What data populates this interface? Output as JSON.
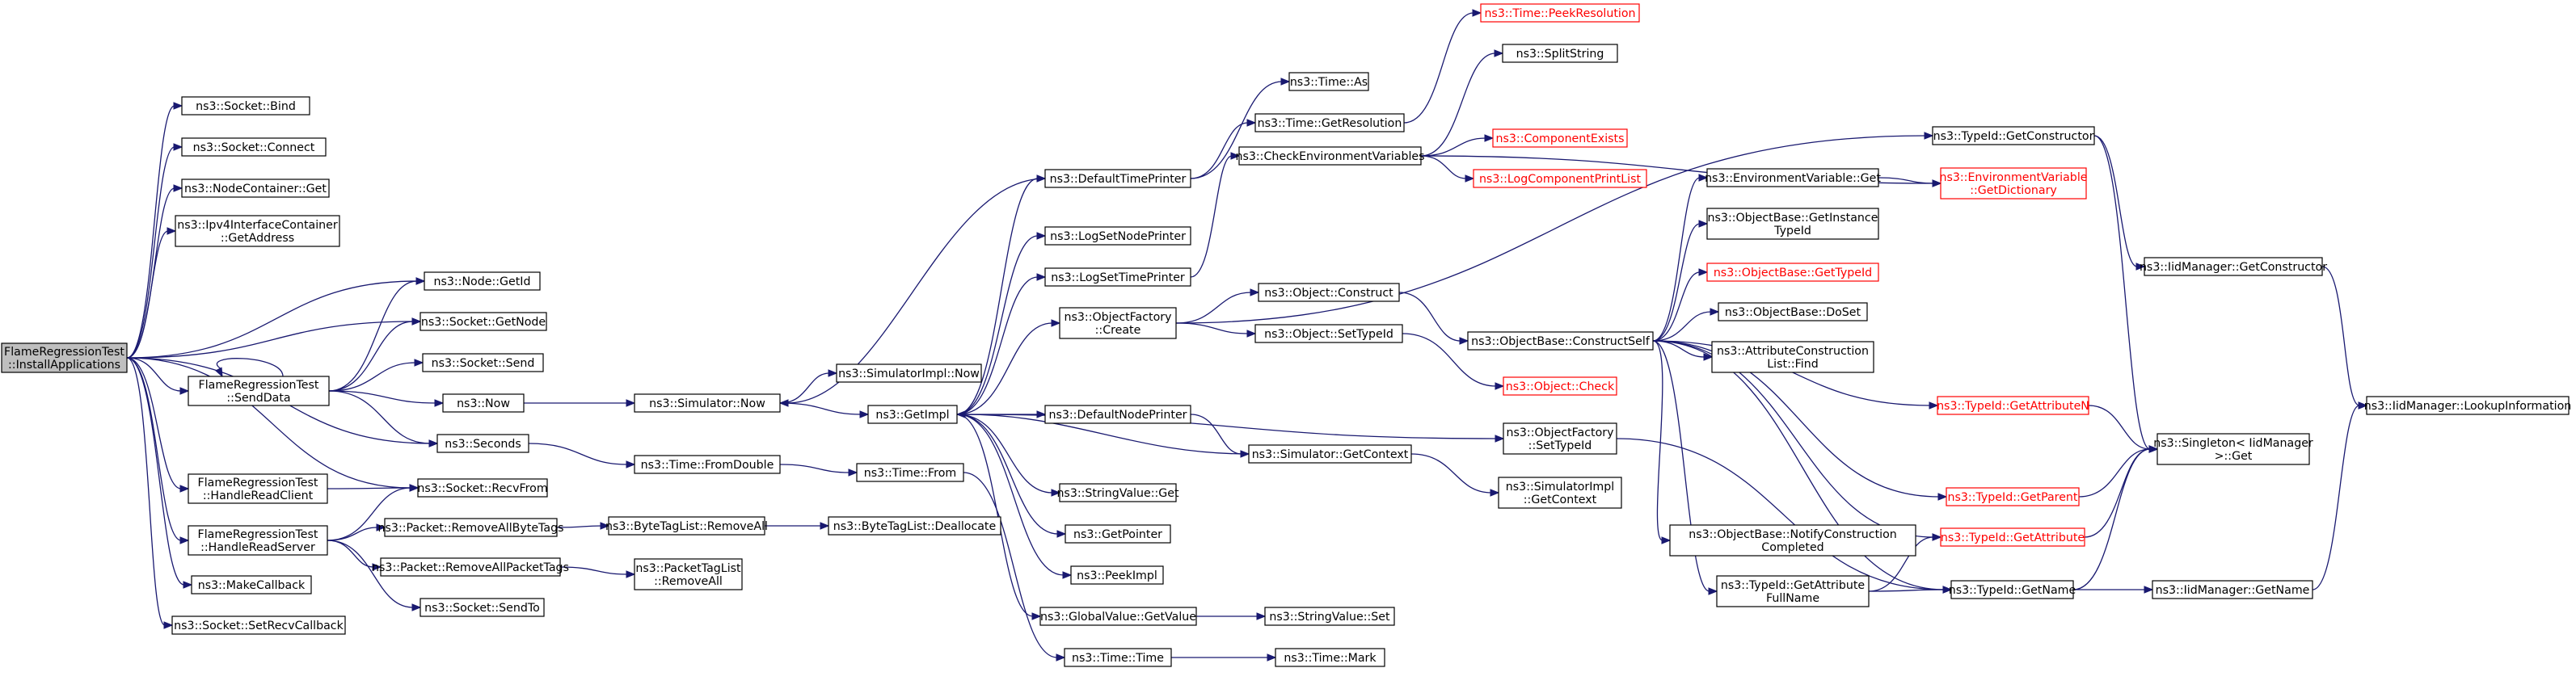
{
  "graph": {
    "nodes": [
      {
        "id": "root",
        "lines": [
          "FlameRegressionTest",
          "::InstallApplications"
        ],
        "root": true
      },
      {
        "id": "bind",
        "lines": [
          "ns3::Socket::Bind"
        ]
      },
      {
        "id": "connect",
        "lines": [
          "ns3::Socket::Connect"
        ]
      },
      {
        "id": "ncget",
        "lines": [
          "ns3::NodeContainer::Get"
        ]
      },
      {
        "id": "ipv4addr",
        "lines": [
          "ns3::Ipv4InterfaceContainer",
          "::GetAddress"
        ]
      },
      {
        "id": "senddata",
        "lines": [
          "FlameRegressionTest",
          "::SendData"
        ]
      },
      {
        "id": "hrclient",
        "lines": [
          "FlameRegressionTest",
          "::HandleReadClient"
        ]
      },
      {
        "id": "hrserver",
        "lines": [
          "FlameRegressionTest",
          "::HandleReadServer"
        ]
      },
      {
        "id": "makecb",
        "lines": [
          "ns3::MakeCallback"
        ]
      },
      {
        "id": "setrecvcb",
        "lines": [
          "ns3::Socket::SetRecvCallback"
        ]
      },
      {
        "id": "nodegetid",
        "lines": [
          "ns3::Node::GetId"
        ]
      },
      {
        "id": "sockgetnode",
        "lines": [
          "ns3::Socket::GetNode"
        ]
      },
      {
        "id": "socksend",
        "lines": [
          "ns3::Socket::Send"
        ]
      },
      {
        "id": "now",
        "lines": [
          "ns3::Now"
        ]
      },
      {
        "id": "seconds",
        "lines": [
          "ns3::Seconds"
        ]
      },
      {
        "id": "recvfrom",
        "lines": [
          "ns3::Socket::RecvFrom"
        ]
      },
      {
        "id": "rmallbyte",
        "lines": [
          "ns3::Packet::RemoveAllByteTags"
        ]
      },
      {
        "id": "rmallpkt",
        "lines": [
          "ns3::Packet::RemoveAllPacketTags"
        ]
      },
      {
        "id": "sendto",
        "lines": [
          "ns3::Socket::SendTo"
        ]
      },
      {
        "id": "simnow",
        "lines": [
          "ns3::Simulator::Now"
        ]
      },
      {
        "id": "fromdouble",
        "lines": [
          "ns3::Time::FromDouble"
        ]
      },
      {
        "id": "btlrmall",
        "lines": [
          "ns3::ByteTagList::RemoveAll"
        ]
      },
      {
        "id": "ptlrmall",
        "lines": [
          "ns3::PacketTagList",
          "::RemoveAll"
        ]
      },
      {
        "id": "simimplnow",
        "lines": [
          "ns3::SimulatorImpl::Now"
        ]
      },
      {
        "id": "getimpl",
        "lines": [
          "ns3::GetImpl"
        ]
      },
      {
        "id": "timefrom",
        "lines": [
          "ns3::Time::From"
        ]
      },
      {
        "id": "btldealloc",
        "lines": [
          "ns3::ByteTagList::Deallocate"
        ]
      },
      {
        "id": "deftimeprinter",
        "lines": [
          "ns3::DefaultTimePrinter"
        ]
      },
      {
        "id": "logsetnodeprinter",
        "lines": [
          "ns3::LogSetNodePrinter"
        ]
      },
      {
        "id": "logsettimeprinter",
        "lines": [
          "ns3::LogSetTimePrinter"
        ]
      },
      {
        "id": "ofcreate",
        "lines": [
          "ns3::ObjectFactory",
          "::Create"
        ]
      },
      {
        "id": "defnodeprinter",
        "lines": [
          "ns3::DefaultNodePrinter"
        ]
      },
      {
        "id": "svget",
        "lines": [
          "ns3::StringValue::Get"
        ]
      },
      {
        "id": "getpointer",
        "lines": [
          "ns3::GetPointer"
        ]
      },
      {
        "id": "peekimpl",
        "lines": [
          "ns3::PeekImpl"
        ]
      },
      {
        "id": "gvgetvalue",
        "lines": [
          "ns3::GlobalValue::GetValue"
        ]
      },
      {
        "id": "timetime",
        "lines": [
          "ns3::Time::Time"
        ]
      },
      {
        "id": "timeas",
        "lines": [
          "ns3::Time::As"
        ]
      },
      {
        "id": "timegetres",
        "lines": [
          "ns3::Time::GetResolution"
        ]
      },
      {
        "id": "checkenv",
        "lines": [
          "ns3::CheckEnvironmentVariables"
        ]
      },
      {
        "id": "objconstruct",
        "lines": [
          "ns3::Object::Construct"
        ]
      },
      {
        "id": "objsettypeid",
        "lines": [
          "ns3::Object::SetTypeId"
        ]
      },
      {
        "id": "simgetctx",
        "lines": [
          "ns3::Simulator::GetContext"
        ]
      },
      {
        "id": "svset",
        "lines": [
          "ns3::StringValue::Set"
        ]
      },
      {
        "id": "timemark",
        "lines": [
          "ns3::Time::Mark"
        ]
      },
      {
        "id": "peekres",
        "lines": [
          "ns3::Time::PeekResolution"
        ],
        "red": true
      },
      {
        "id": "splitstring",
        "lines": [
          "ns3::SplitString"
        ]
      },
      {
        "id": "compexists",
        "lines": [
          "ns3::ComponentExists"
        ],
        "red": true
      },
      {
        "id": "logcompprint",
        "lines": [
          "ns3::LogComponentPrintList"
        ],
        "red": true
      },
      {
        "id": "obcs",
        "lines": [
          "ns3::ObjectBase::ConstructSelf"
        ]
      },
      {
        "id": "objcheck",
        "lines": [
          "ns3::Object::Check"
        ],
        "red": true
      },
      {
        "id": "ofsettypeid",
        "lines": [
          "ns3::ObjectFactory",
          "::SetTypeId"
        ]
      },
      {
        "id": "simimplgetctx",
        "lines": [
          "ns3::SimulatorImpl",
          "::GetContext"
        ]
      },
      {
        "id": "envget",
        "lines": [
          "ns3::EnvironmentVariable::Get"
        ]
      },
      {
        "id": "obgetinst",
        "lines": [
          "ns3::ObjectBase::GetInstance",
          "TypeId"
        ]
      },
      {
        "id": "obgettypeid",
        "lines": [
          "ns3::ObjectBase::GetTypeId"
        ],
        "red": true
      },
      {
        "id": "obdoset",
        "lines": [
          "ns3::ObjectBase::DoSet"
        ]
      },
      {
        "id": "acfind",
        "lines": [
          "ns3::AttributeConstruction",
          "List::Find"
        ]
      },
      {
        "id": "obnotify",
        "lines": [
          "ns3::ObjectBase::NotifyConstruction",
          "Completed"
        ]
      },
      {
        "id": "tidgetattrfull",
        "lines": [
          "ns3::TypeId::GetAttribute",
          "FullName"
        ]
      },
      {
        "id": "tidgetctor",
        "lines": [
          "ns3::TypeId::GetConstructor"
        ]
      },
      {
        "id": "envgetdict",
        "lines": [
          "ns3::EnvironmentVariable",
          "::GetDictionary"
        ],
        "red": true
      },
      {
        "id": "tidgetattrn",
        "lines": [
          "ns3::TypeId::GetAttributeN"
        ],
        "red": true
      },
      {
        "id": "tidgetparent",
        "lines": [
          "ns3::TypeId::GetParent"
        ],
        "red": true
      },
      {
        "id": "tidgetattr",
        "lines": [
          "ns3::TypeId::GetAttribute"
        ],
        "red": true
      },
      {
        "id": "tidgetname",
        "lines": [
          "ns3::TypeId::GetName"
        ]
      },
      {
        "id": "iidgetctor",
        "lines": [
          "ns3::IidManager::GetConstructor"
        ]
      },
      {
        "id": "singletonget",
        "lines": [
          "ns3::Singleton< IidManager",
          ">::Get"
        ]
      },
      {
        "id": "iidgetname",
        "lines": [
          "ns3::IidManager::GetName"
        ]
      },
      {
        "id": "iidlookup",
        "lines": [
          "ns3::IidManager::LookupInformation"
        ]
      }
    ]
  }
}
